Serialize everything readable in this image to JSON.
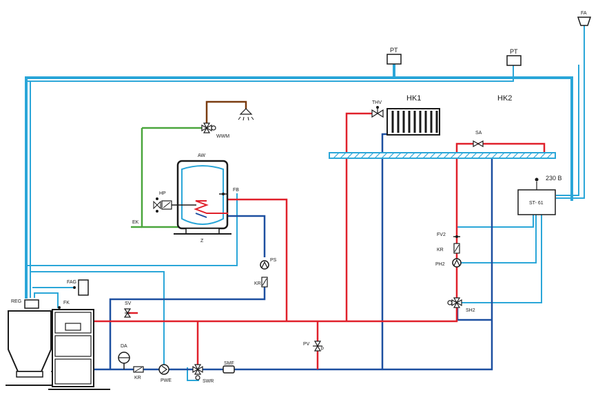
{
  "colors": {
    "supply": "#e0202a",
    "return": "#1c4fa0",
    "control": "#2aa6d8",
    "cold_water": "#4aa63c",
    "hot_water": "#7a3b10",
    "outline": "#1a1a1a"
  },
  "labels": {
    "pt_left": "PT",
    "pt_right": "PT",
    "fa": "FA",
    "hk1": "HK1",
    "hk2": "HK2",
    "thv": "THV",
    "sa": "SA",
    "wwm": "WWM",
    "aw": "AW",
    "hp": "HP",
    "fb": "FB",
    "ek": "EK",
    "z": "Z",
    "ps": "PS",
    "kr_mid": "KR",
    "reg": "REG",
    "fag": "FAG",
    "fk": "FK",
    "sv": "SV",
    "da": "DA",
    "kr_bottom": "KR",
    "pwe": "PWE",
    "swr": "SWR",
    "smf": "SMF",
    "pv": "PV",
    "pv_p": "p",
    "v230": "230 B",
    "st61": "ST- 61",
    "fv2": "FV2",
    "kr_right": "KR",
    "ph2": "PH2",
    "sh2": "SH2"
  }
}
